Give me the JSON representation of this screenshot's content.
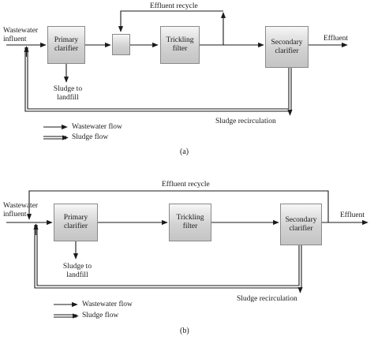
{
  "diagram_a": {
    "caption": "(a)",
    "influent": "Wastewater\ninfluent",
    "primary": "Primary\nclarifier",
    "trickling": "Trickling\nfilter",
    "secondary": "Secondary\nclarifier",
    "effluent": "Effluent",
    "effluent_recycle": "Effluent recycle",
    "sludge_landfill": "Sludge to\nlandfill",
    "sludge_recirc": "Sludge recirculation",
    "legend_wastewater": "Wastewater flow",
    "legend_sludge": "Sludge flow"
  },
  "diagram_b": {
    "caption": "(b)",
    "influent": "Wastewater\ninfluent",
    "primary": "Primary\nclarifier",
    "trickling": "Trickling\nfilter",
    "secondary": "Secondary\nclarifier",
    "effluent": "Effluent",
    "effluent_recycle": "Effluent recycle",
    "sludge_landfill": "Sludge to\nlandfill",
    "sludge_recirc": "Sludge recirculation",
    "legend_wastewater": "Wastewater flow",
    "legend_sludge": "Sludge flow"
  },
  "colors": {
    "line": "#1a1a1a",
    "block_top": "#f6f6f6",
    "block_bottom": "#c4c4c4"
  }
}
